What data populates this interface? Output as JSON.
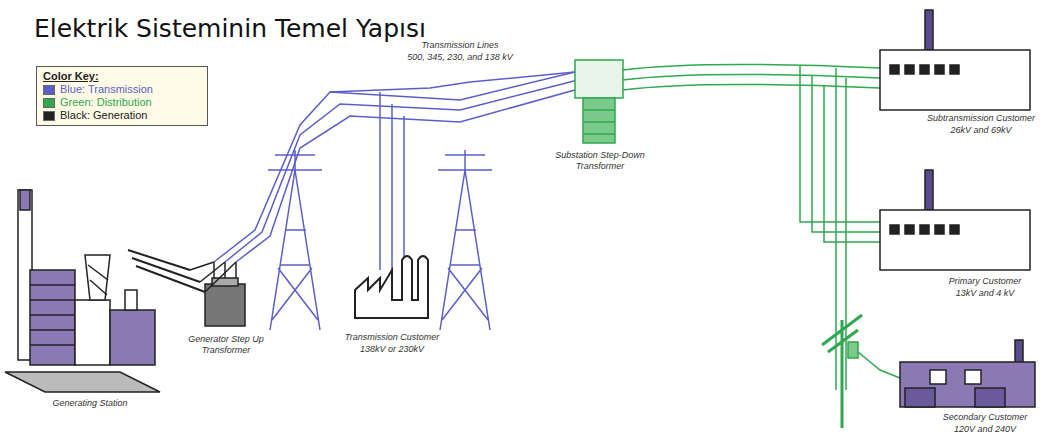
{
  "diagram": {
    "title": "Elektrik Sisteminin Temel Yapısı",
    "labels": [
      "Color Key:",
      "Transmission Lines",
      "500, 345, 230, and 138 kV",
      "Generating Station",
      "Generator Step Up Transformer",
      "Transmission Customer",
      "138kV or 230kV",
      "Substation Step-Down Transformer",
      "Subtransmission Customer",
      "26kV and 69kV",
      "Primary Customer",
      "13kV and 4 kV",
      "Secondary Customer",
      "120V and 240V"
    ],
    "legend": [
      {
        "text": "Blue: Transmission",
        "color": "#5a5fc8"
      },
      {
        "text": "Green: Distribution",
        "color": "#2fa84f"
      },
      {
        "text": "Black: Generation",
        "color": "#222222"
      }
    ]
  }
}
